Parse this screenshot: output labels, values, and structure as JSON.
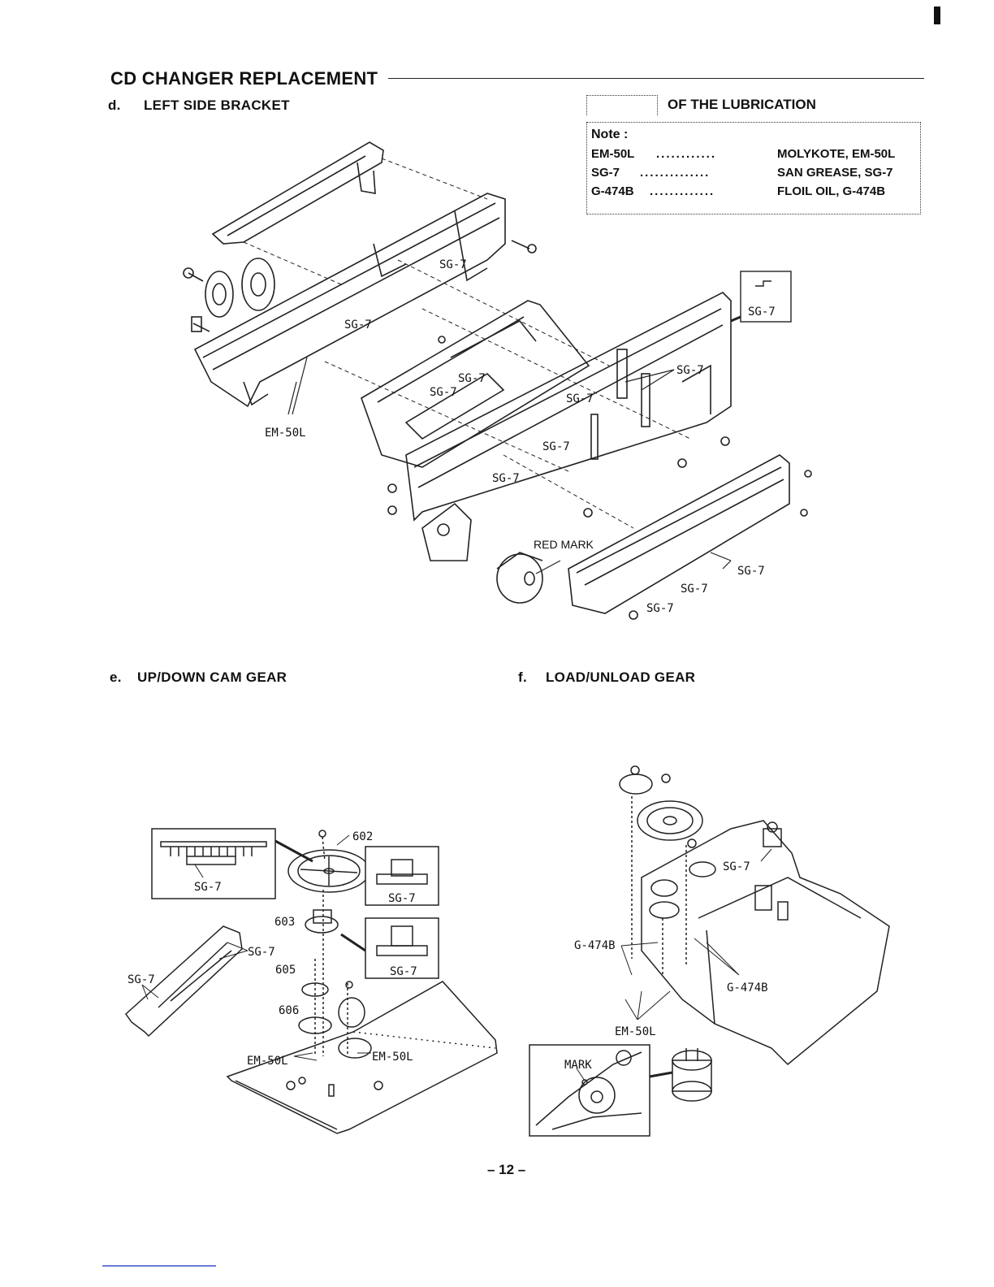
{
  "header": {
    "title": "CD CHANGER REPLACEMENT"
  },
  "sections": {
    "d": {
      "letter": "d.",
      "title": "LEFT SIDE BRACKET"
    },
    "e": {
      "letter": "e.",
      "title": "UP/DOWN CAM GEAR"
    },
    "f": {
      "letter": "f.",
      "title": "LOAD/UNLOAD GEAR"
    }
  },
  "lubrication": {
    "title": "OF THE LUBRICATION",
    "note_label": "Note :",
    "rows": [
      {
        "code": "EM-50L",
        "dots": "............",
        "desc": "MOLYKOTE, EM-50L"
      },
      {
        "code": "SG-7",
        "dots": "..............",
        "desc": "SAN GREASE, SG-7"
      },
      {
        "code": "G-474B",
        "dots": ".............",
        "desc": "FLOIL OIL, G-474B"
      }
    ]
  },
  "diagram_d_labels": {
    "sg7": "SG-7",
    "em50l": "EM-50L",
    "red_mark": "RED MARK"
  },
  "diagram_e_labels": {
    "sg7": "SG-7",
    "em50l": "EM-50L",
    "p602": "602",
    "p603": "603",
    "p605": "605",
    "p606": "606"
  },
  "diagram_f_labels": {
    "sg7": "SG-7",
    "g474b": "G-474B",
    "em50l": "EM-50L",
    "mark": "MARK"
  },
  "footer": {
    "page": "– 12 –"
  }
}
